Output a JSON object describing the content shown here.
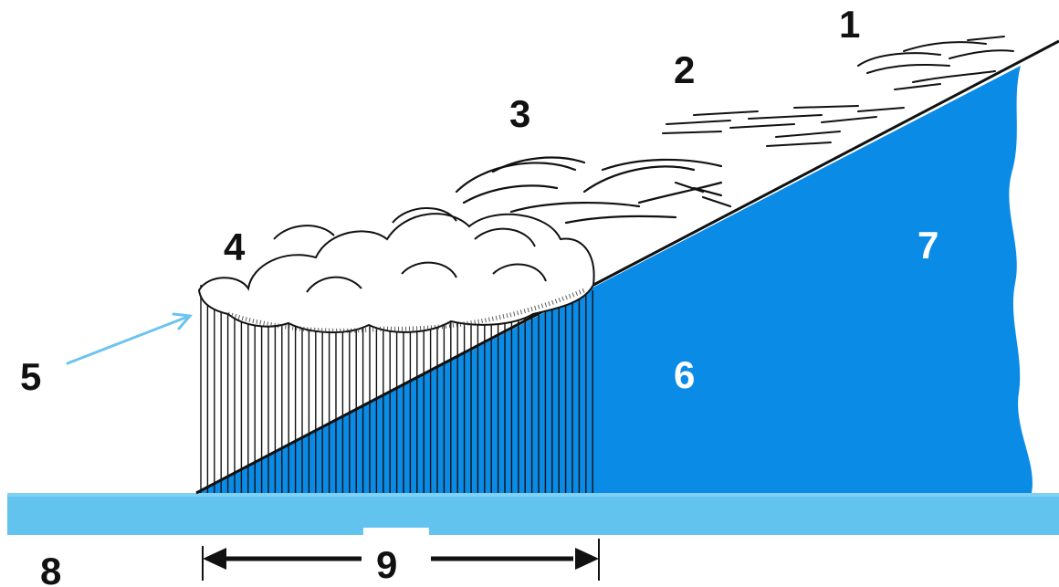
{
  "labels": {
    "n1": "1",
    "n2": "2",
    "n3": "3",
    "n4": "4",
    "n5": "5",
    "n6": "6",
    "n7": "7",
    "n8": "8",
    "n9": "9"
  },
  "colors": {
    "cold_air": "#0a8be6",
    "ground": "#63c3ef",
    "ground_top": "#7fd0f3",
    "arrow_5": "#6cc4ee",
    "ink": "#111111"
  }
}
